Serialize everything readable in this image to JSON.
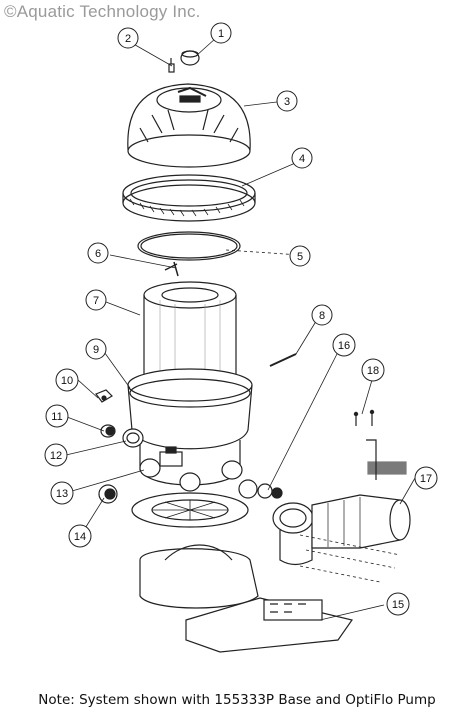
{
  "copyright": "©Aquatic Technology Inc.",
  "note": "Note: System shown with 155333P Base and OptiFlo Pump",
  "callouts": [
    {
      "label": "1"
    },
    {
      "label": "2"
    },
    {
      "label": "3"
    },
    {
      "label": "4"
    },
    {
      "label": "5"
    },
    {
      "label": "6"
    },
    {
      "label": "7"
    },
    {
      "label": "8"
    },
    {
      "label": "9"
    },
    {
      "label": "10"
    },
    {
      "label": "11"
    },
    {
      "label": "12"
    },
    {
      "label": "13"
    },
    {
      "label": "14"
    },
    {
      "label": "15"
    },
    {
      "label": "16"
    },
    {
      "label": "17"
    },
    {
      "label": "18"
    }
  ]
}
